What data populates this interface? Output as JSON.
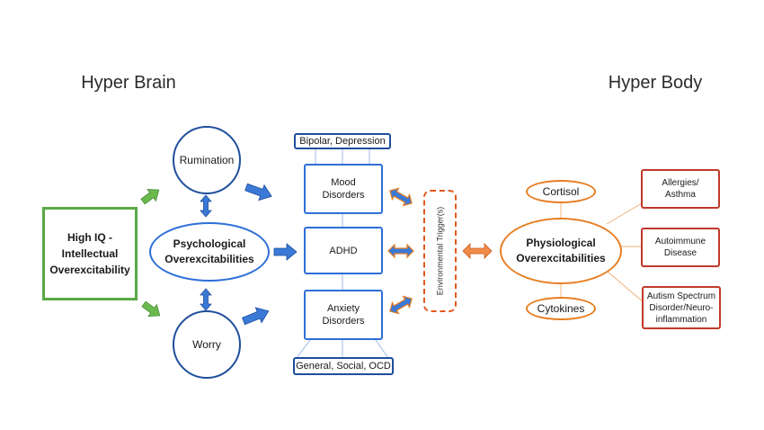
{
  "header": {
    "left_title": "Hyper Brain",
    "right_title": "Hyper Body",
    "gradient_colors": [
      "#5aa845",
      "#3f7fd6",
      "#f0a23a",
      "#c0392b"
    ]
  },
  "nodes": {
    "high_iq": "High IQ - Intellectual Overexcitability",
    "rumination": "Rumination",
    "psychological": "Psychological Overexcitabilities",
    "worry": "Worry",
    "bipolar": "Bipolar, Depression",
    "mood": "Mood Disorders",
    "adhd": "ADHD",
    "anxiety": "Anxiety Disorders",
    "general": "General, Social, OCD",
    "trigger": "Environmental Trigger(s)",
    "physiological": "Physiological Overexcitabilities",
    "cortisol": "Cortisol",
    "cytokines": "Cytokines",
    "allergies": "Allergies/ Asthma",
    "autoimmune": "Autoimmune Disease",
    "autism": "Autism Spectrum Disorder/Neuro-inflammation"
  },
  "colors": {
    "green": "#5aa845",
    "blue": "#2e6fd8",
    "navy": "#1f4e9c",
    "orange": "#e67e22",
    "red": "#c0392b"
  }
}
